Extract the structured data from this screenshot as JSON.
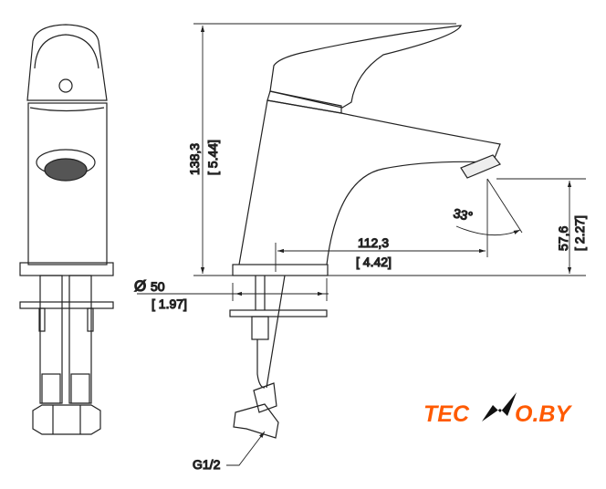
{
  "dimensions": {
    "height_mm": "138,3",
    "height_in": "[ 5.44]",
    "spout_reach_mm": "112,3",
    "spout_reach_in": "[ 4.42]",
    "spout_height_mm": "57,6",
    "spout_height_in": "[ 2.27]",
    "angle": "33°",
    "base_diameter_symbol": "Ø",
    "base_diameter_mm": "50",
    "base_diameter_in": "[ 1.97]",
    "thread": "G1/2"
  },
  "logo": {
    "left": "TEC",
    "n": "N",
    "right": "O.BY",
    "colors": {
      "orange": "#ff5a00",
      "black": "#111111"
    }
  }
}
